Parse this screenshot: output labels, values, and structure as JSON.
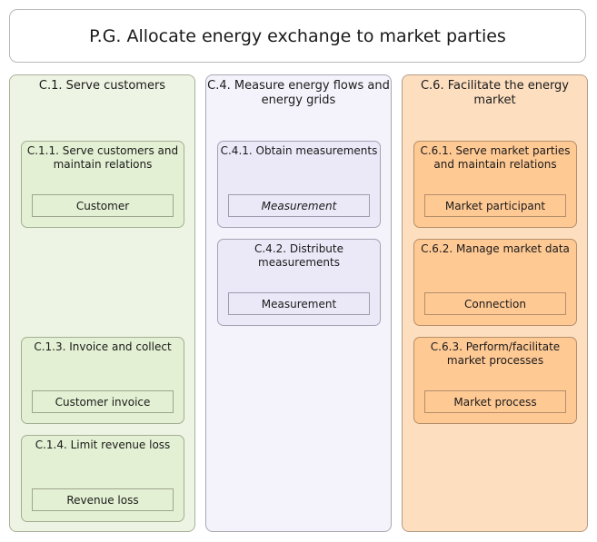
{
  "title": "P.G. Allocate energy exchange to market parties",
  "columns": [
    {
      "title": "C.1. Serve customers",
      "boxes": [
        {
          "title": "C.1.1. Serve customers and maintain relations",
          "entity": "Customer"
        },
        {
          "title": "C.1.3. Invoice and collect",
          "entity": "Customer invoice"
        },
        {
          "title": "C.1.4. Limit revenue loss",
          "entity": "Revenue loss"
        }
      ]
    },
    {
      "title": "C.4. Measure energy flows and energy grids",
      "boxes": [
        {
          "title": "C.4.1. Obtain measurements",
          "entity": "Measurement"
        },
        {
          "title": "C.4.2. Distribute measurements",
          "entity": "Measurement"
        }
      ]
    },
    {
      "title": "C.6. Facilitate the energy market",
      "boxes": [
        {
          "title": "C.6.1. Serve market parties and maintain relations",
          "entity": "Market participant"
        },
        {
          "title": "C.6.2. Manage market data",
          "entity": "Connection"
        },
        {
          "title": "C.6.3. Perform/facilitate market processes",
          "entity": "Market process"
        }
      ]
    }
  ],
  "colors": {
    "green_group": "#eef4e3",
    "purple_group": "#f4f3fb",
    "orange_group": "#fddfc0",
    "green_box": "#e3f0d3",
    "purple_box": "#ebe9f8",
    "orange_box": "#ffc994"
  }
}
